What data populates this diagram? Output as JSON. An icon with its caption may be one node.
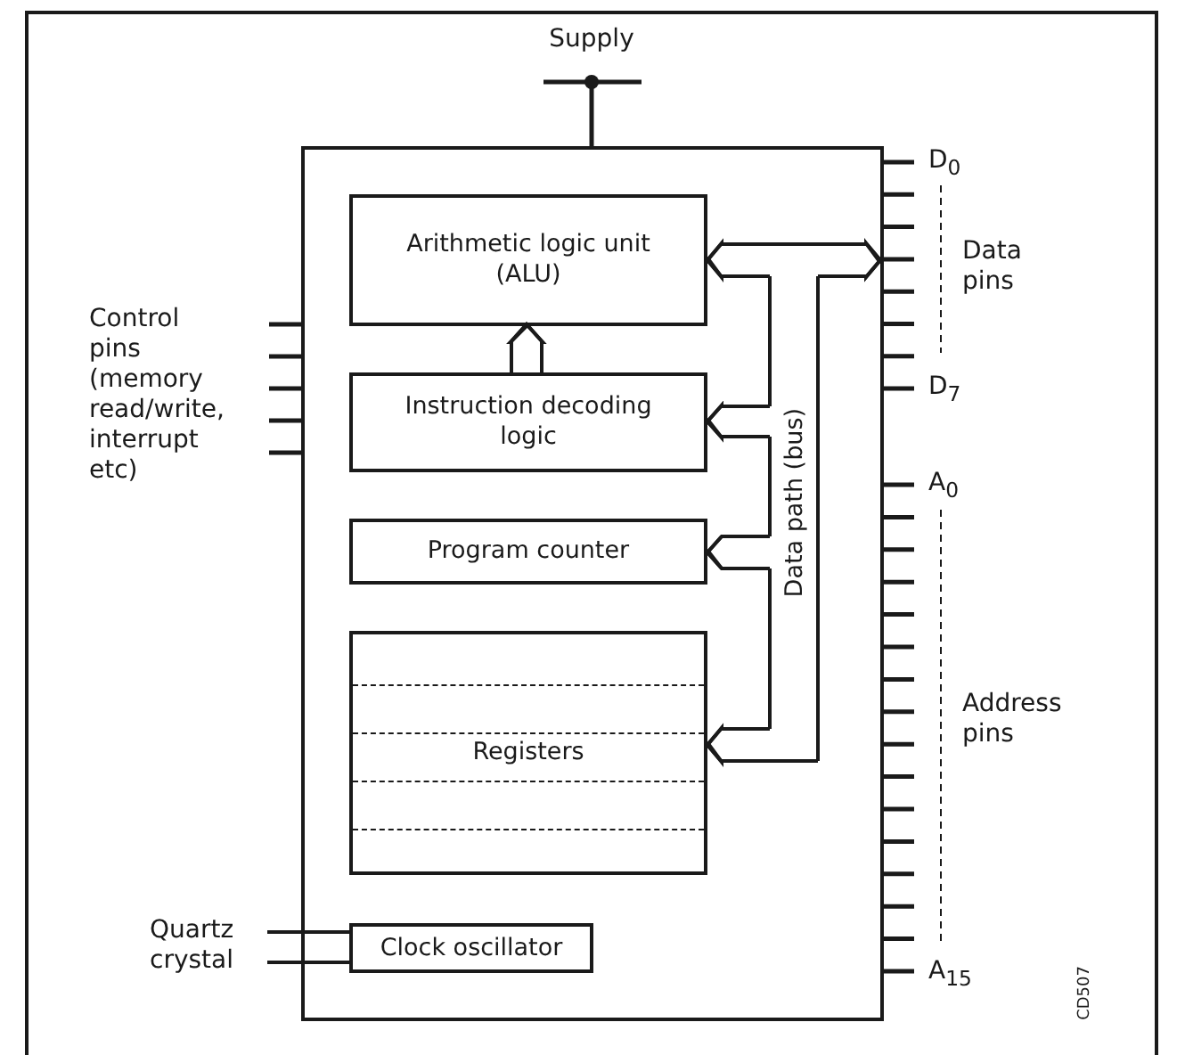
{
  "diagram": {
    "nodes": [
      {
        "text": [],
        "shape": "box"
      },
      {
        "text": [
          "Arithmetic logic unit (ALU)"
        ],
        "in": 0
      },
      {
        "text": [
          "Instruction decoding logic"
        ],
        "in": 0
      },
      {
        "text": [
          "Program counter"
        ],
        "in": 0
      },
      {
        "text": [
          "Registers"
        ],
        "in": 0
      },
      {
        "text": [
          "Clock oscillator"
        ],
        "in": 0
      },
      {
        "text": [
          "Data path (bus)"
        ],
        "in": 0
      },
      {
        "text": [
          "Quartz crystal"
        ]
      }
    ],
    "edges": [
      {
        "from": 2,
        "to": 1,
        "arrow": "to"
      },
      {
        "from": 6,
        "to": 1,
        "arrow": "to"
      },
      {
        "from": 6,
        "to": 0,
        "arrow": "to"
      },
      {
        "from": 6,
        "to": 2,
        "arrow": "to"
      },
      {
        "from": 6,
        "to": 3,
        "arrow": "to"
      },
      {
        "from": 6,
        "to": 4,
        "arrow": "to"
      },
      {
        "from": 7,
        "to": 5,
        "arrow": "none"
      },
      {
        "from": 7,
        "to": 5,
        "arrow": "none"
      }
    ],
    "labels": [
      "Supply",
      "D$_{0}$",
      "Data pins",
      "Control pins (memory read/write, interrupt etc)",
      "D$_{7}$",
      "A$_{0}$",
      "Address pins",
      "A$_{15}$",
      "CD507"
    ]
  }
}
